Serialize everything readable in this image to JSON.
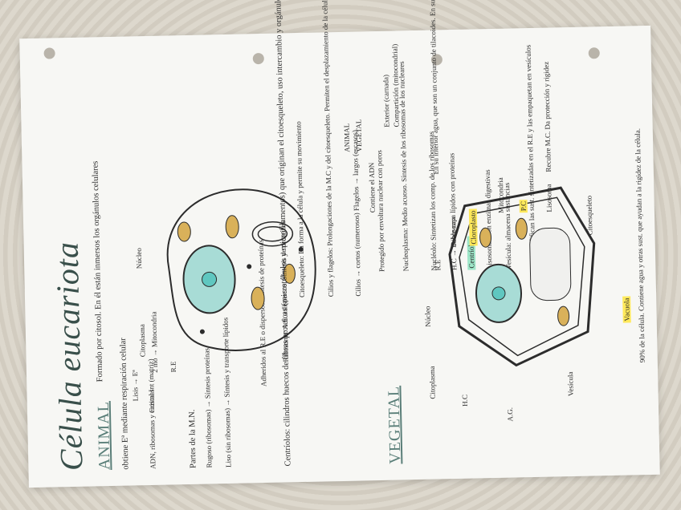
{
  "title": "Célula eucariota",
  "animal": {
    "heading": "ANIMAL",
    "top_labels": [
      "ANIMAL",
      "VEGETAL"
    ],
    "intro": "Formado por citosol. En él están inmersos los orgánulos celulares",
    "energy": "obtiene Eª mediante respiración celular",
    "lisis": "Lisis → Eª",
    "adn_label": "ADN, ribosomas y enzimas",
    "contiene": "Contiene el ADN",
    "membrana_1": "Exterior (carnada)",
    "membrana_2": "Compartición (mitocondrial)",
    "protegido": "Protegido por envoltura nuclear con poros",
    "nucleoplasma": "Nucleoplasma: Medio acuoso. Síntesis de los ribosomas de los nucleares",
    "nucleolo": "Nucléolo: Sintetizan los comp. de los ribosomas",
    "hc": "H.C → Doble capa lípidos con proteínas",
    "centriolos": "Centríolos",
    "lisosoma": "Lisosoma: Con enzimas digestivas",
    "vesicula": "Vesícula: almacena sustancias",
    "ag": "A.G: Modifican las sust. sintetizadas en el R.E y las empaquetan en vesículos",
    "citoesqueleto": "Citoesqueleto: Da forma a la célula y permite su movimiento",
    "cilios": "Cilios y flagelos: Prolongaciones de la M.C y del citoesqueleto. Permiten el desplazamiento de la célula",
    "cilios_2": "Cilios → cortos (numerosos) Flagelos → largos (escasos)",
    "ribosoma": "Ribosoma: A.E o dispersos. Síntesis de proteínas",
    "re": "R.E",
    "mitocondria": "2 mo → Mitocondria",
    "partes_mn": "Partes de la M.N.",
    "rugoso": "Rugoso (ribosomas) → Síntesis proteínas",
    "liso": "Liso (sin ribosomas) → Síntesis y transporte lípidos",
    "adheridos": "Adheridos al R.E o dispersos. Síntesis de proteínas",
    "centriolos_text": "Centríolos: cilindros huecos de fibras proteicas (microtúbulos y microfilamentos) que originan el citoesqueleto, uso intercambio y orgánulos del movimiento",
    "nucleo": "Núcleo",
    "citoplasma": "Citoplasma",
    "cristal": "Cristal Int (matriz)"
  },
  "vegetal": {
    "heading": "VEGETAL",
    "nucleo": "Núcleo",
    "re": "R.E",
    "ribosoma": "Ribosoma",
    "cloroplasto": "Cloroplasto",
    "mitocondria": "Mitocondria",
    "rc": "P.C",
    "lisosoma": "Lisosoma",
    "citoesqueleto": "Citoesqueleto",
    "citoplasma": "Citoplasma",
    "hc": "H.C",
    "ag": "A.G.",
    "vesicula": "Vesícula",
    "cloro_text": "En su interior agua, que son un conjunto de tilacoides. En su interior → clorofila (captar E solar). El estroma (líquido interior) formado de ADN. Función: síntesis de comp. org. mediante fotosíntesis",
    "pc_text": "Recubre M.C. Da protección y rigidez",
    "vacuola": "Vacuola",
    "vacuola_text": "90% de la célula. Contiene agua y otras sust. que ayudan a la rigidez de la célula."
  },
  "colors": {
    "ink": "#2c2c2c",
    "title": "#394f4a",
    "accent_green": "#9ee6c8",
    "accent_yellow": "#ffe95b",
    "nucleus": "#5fc7c0",
    "organelle": "#d9b15a"
  }
}
